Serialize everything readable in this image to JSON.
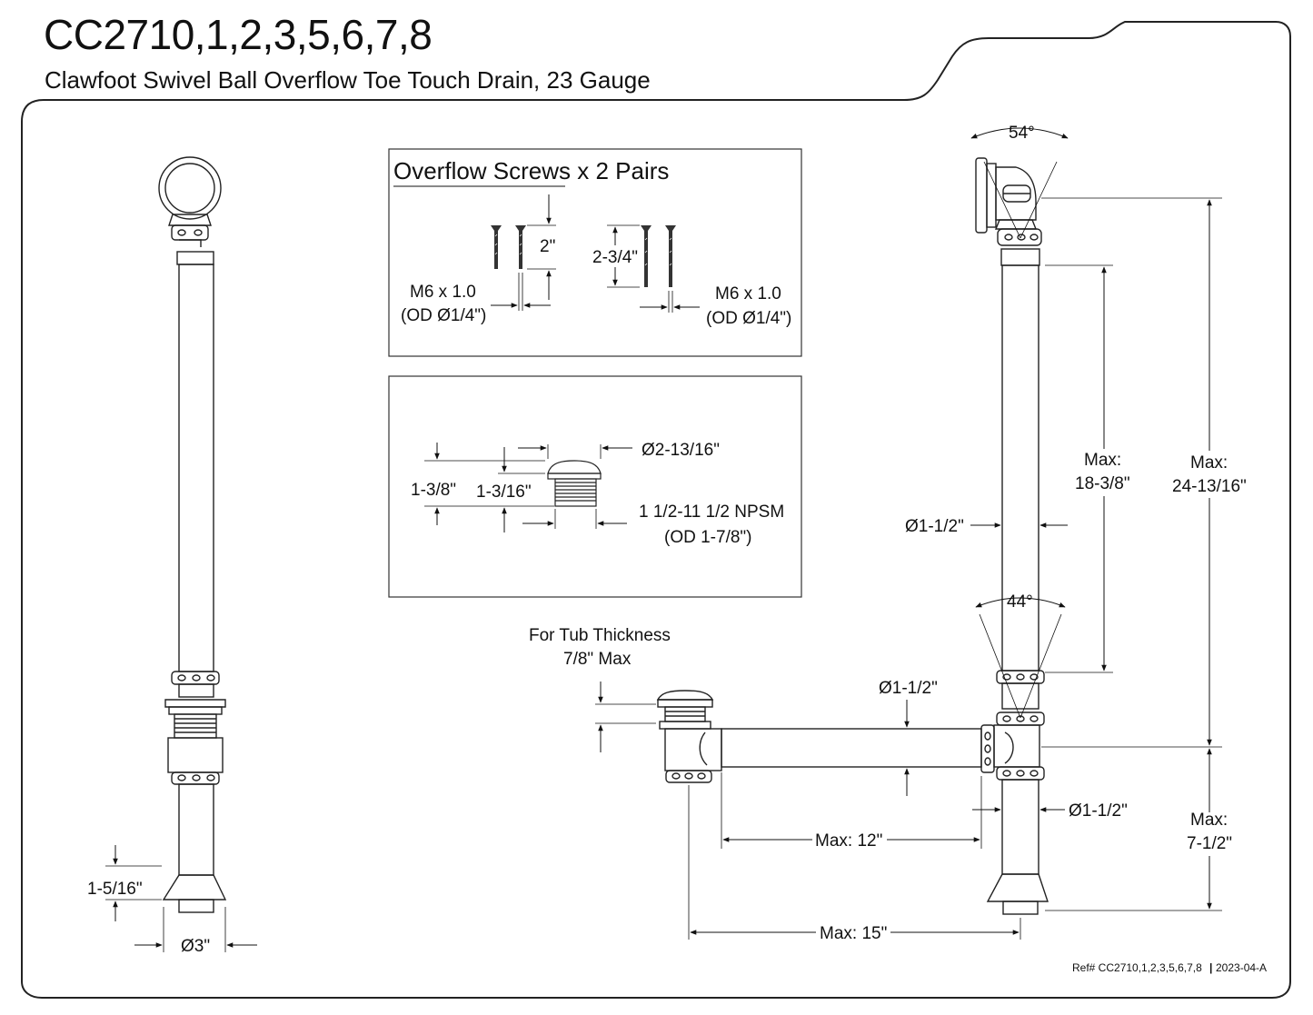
{
  "header": {
    "model": "CC2710,1,2,3,5,6,7,8",
    "description": "Clawfoot Swivel Ball Overflow Toe Touch Drain, 23 Gauge"
  },
  "screws_panel": {
    "title": "Overflow Screws x 2 Pairs",
    "short_length": "2\"",
    "long_length": "2-3/4\"",
    "left_thread": "M6 x 1.0",
    "left_od": "(OD Ø1/4\")",
    "right_thread": "M6 x 1.0",
    "right_od": "(OD Ø1/4\")"
  },
  "drain_panel": {
    "cap_diameter": "Ø2-13/16\"",
    "overall_height": "1-3/8\"",
    "thread_height": "1-3/16\"",
    "thread_spec": "1 1/2-11 1/2 NPSM",
    "thread_od": "(OD 1-7/8\")"
  },
  "front_view": {
    "base_height": "1-5/16\"",
    "base_diameter": "Ø3\""
  },
  "side_view": {
    "overflow_angle": "54°",
    "swivel_angle": "44°",
    "pipe_diameter_vertical": "Ø1-1/2\"",
    "pipe_diameter_horizontal": "Ø1-1/2\"",
    "pipe_diameter_lower": "Ø1-1/2\"",
    "tub_thickness_line1": "For Tub Thickness",
    "tub_thickness_line2": "7/8\" Max",
    "max_label_1": "Max:",
    "max_18": "18-3/8\"",
    "max_label_2": "Max:",
    "max_24": "24-13/16\"",
    "max_label_3": "Max:",
    "max_7": "7-1/2\"",
    "max_12": "Max: 12\"",
    "max_15": "Max: 15\""
  },
  "footer": {
    "ref": "Ref# CC2710,1,2,3,5,6,7,8",
    "separator": "|",
    "date_code": "2023-04-A"
  }
}
